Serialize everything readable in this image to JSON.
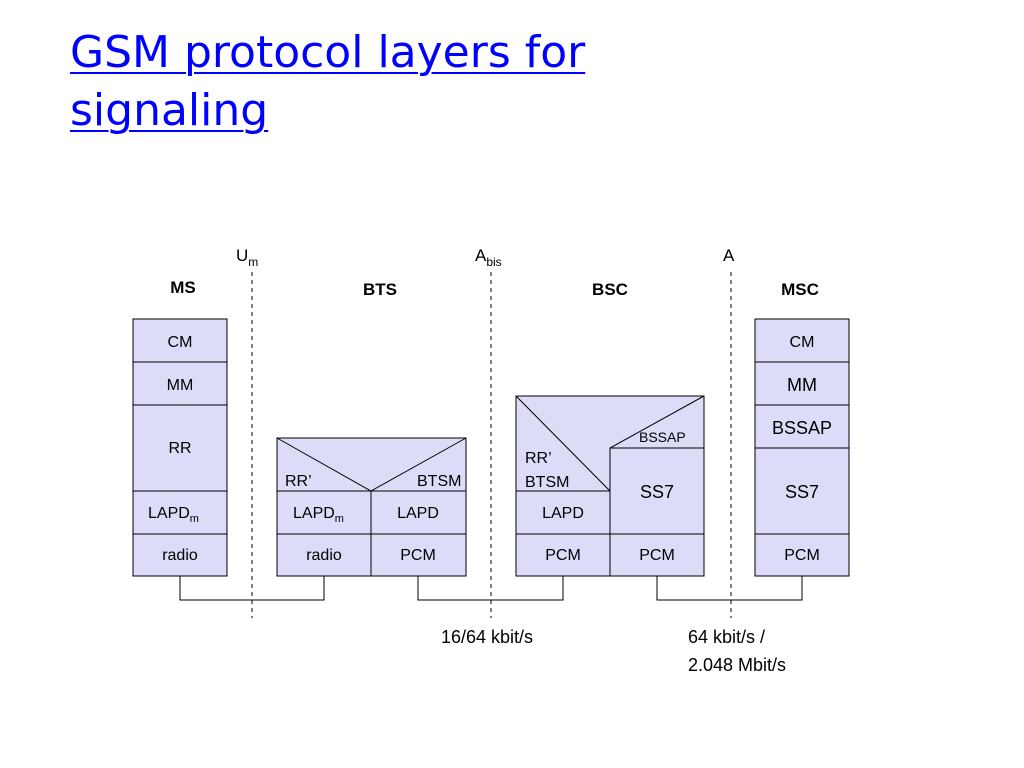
{
  "title": {
    "line1": "GSM protocol layers for",
    "line2": "signaling"
  },
  "colors": {
    "title": "#0000ff",
    "box_fill": "#dcdcf8",
    "stroke": "#000000"
  },
  "interfaces": {
    "um": {
      "base": "U",
      "sub": "m"
    },
    "abis": {
      "base": "A",
      "sub": "bis"
    },
    "a": {
      "base": "A",
      "sub": ""
    }
  },
  "nodes": {
    "ms": "MS",
    "bts": "BTS",
    "bsc": "BSC",
    "msc": "MSC"
  },
  "ms_stack": {
    "cm": "CM",
    "mm": "MM",
    "rr": "RR",
    "lapdm": {
      "base": "LAPD",
      "sub": "m"
    },
    "radio": "radio"
  },
  "bts_stack": {
    "rr_prime": "RR’",
    "btsm": "BTSM",
    "lapdm": {
      "base": "LAPD",
      "sub": "m"
    },
    "lapd": "LAPD",
    "radio": "radio",
    "pcm": "PCM"
  },
  "bsc_stack": {
    "rr_prime": "RR’",
    "btsm": "BTSM",
    "bssap": "BSSAP",
    "ss7": "SS7",
    "lapd": "LAPD",
    "pcm_left": "PCM",
    "pcm_right": "PCM"
  },
  "msc_stack": {
    "cm": "CM",
    "mm": "MM",
    "bssap": "BSSAP",
    "ss7": "SS7",
    "pcm": "PCM"
  },
  "links": {
    "abis_rate": "16/64 kbit/s",
    "a_rate_line1": "64 kbit/s /",
    "a_rate_line2": "2.048 Mbit/s"
  }
}
